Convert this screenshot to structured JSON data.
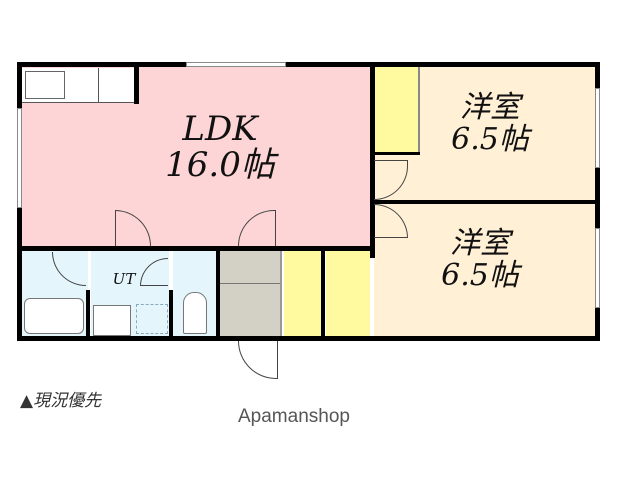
{
  "floorplan": {
    "rooms": [
      {
        "id": "ldk",
        "name": "LDK",
        "size": "16.0帖",
        "color": "#fdd5d6"
      },
      {
        "id": "western1",
        "name": "洋室",
        "size": "6.5帖",
        "color": "#fff0d6"
      },
      {
        "id": "western2",
        "name": "洋室",
        "size": "6.5帖",
        "color": "#fff0d6"
      },
      {
        "id": "utility",
        "name": "UT",
        "color": "#e4f6fb"
      },
      {
        "id": "bath",
        "color": "#e4f6fb"
      },
      {
        "id": "toilet",
        "color": "#e4f6fb"
      },
      {
        "id": "entrance",
        "color": "#d3d0c6"
      },
      {
        "id": "closets",
        "color": "#fffaa0"
      }
    ],
    "note": "▲現況優先",
    "brand": "Apamanshop"
  }
}
